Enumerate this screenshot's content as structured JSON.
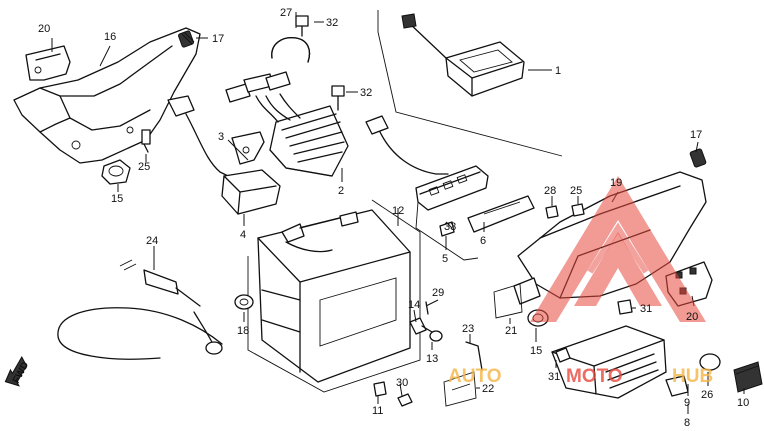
{
  "direction_label": "FWD",
  "parts": [
    {
      "id": "p1",
      "label": "1"
    },
    {
      "id": "p2",
      "label": "2"
    },
    {
      "id": "p3",
      "label": "3"
    },
    {
      "id": "p4",
      "label": "4"
    },
    {
      "id": "p5",
      "label": "5"
    },
    {
      "id": "p6",
      "label": "6"
    },
    {
      "id": "p8",
      "label": "8"
    },
    {
      "id": "p9",
      "label": "9"
    },
    {
      "id": "p10",
      "label": "10"
    },
    {
      "id": "p11",
      "label": "11"
    },
    {
      "id": "p12",
      "label": "12"
    },
    {
      "id": "p13",
      "label": "13"
    },
    {
      "id": "p14",
      "label": "14"
    },
    {
      "id": "p15a",
      "label": "15"
    },
    {
      "id": "p15b",
      "label": "15"
    },
    {
      "id": "p16",
      "label": "16"
    },
    {
      "id": "p17a",
      "label": "17"
    },
    {
      "id": "p17b",
      "label": "17"
    },
    {
      "id": "p18",
      "label": "18"
    },
    {
      "id": "p19",
      "label": "19"
    },
    {
      "id": "p20a",
      "label": "20"
    },
    {
      "id": "p20b",
      "label": "20"
    },
    {
      "id": "p21",
      "label": "21"
    },
    {
      "id": "p22",
      "label": "22"
    },
    {
      "id": "p23",
      "label": "23"
    },
    {
      "id": "p24",
      "label": "24"
    },
    {
      "id": "p25a",
      "label": "25"
    },
    {
      "id": "p25b",
      "label": "25"
    },
    {
      "id": "p26",
      "label": "26"
    },
    {
      "id": "p27",
      "label": "27"
    },
    {
      "id": "p28",
      "label": "28"
    },
    {
      "id": "p29",
      "label": "29"
    },
    {
      "id": "p30",
      "label": "30"
    },
    {
      "id": "p31a",
      "label": "31"
    },
    {
      "id": "p31b",
      "label": "31"
    },
    {
      "id": "p32a",
      "label": "32"
    },
    {
      "id": "p32b",
      "label": "32"
    },
    {
      "id": "p33",
      "label": "33"
    }
  ],
  "watermark": {
    "text_part1": "AUTO",
    "text_part2": "MOTO",
    "text_part3": "HUB",
    "colors": {
      "red": "#e8473d",
      "orange": "#f4b544"
    }
  }
}
